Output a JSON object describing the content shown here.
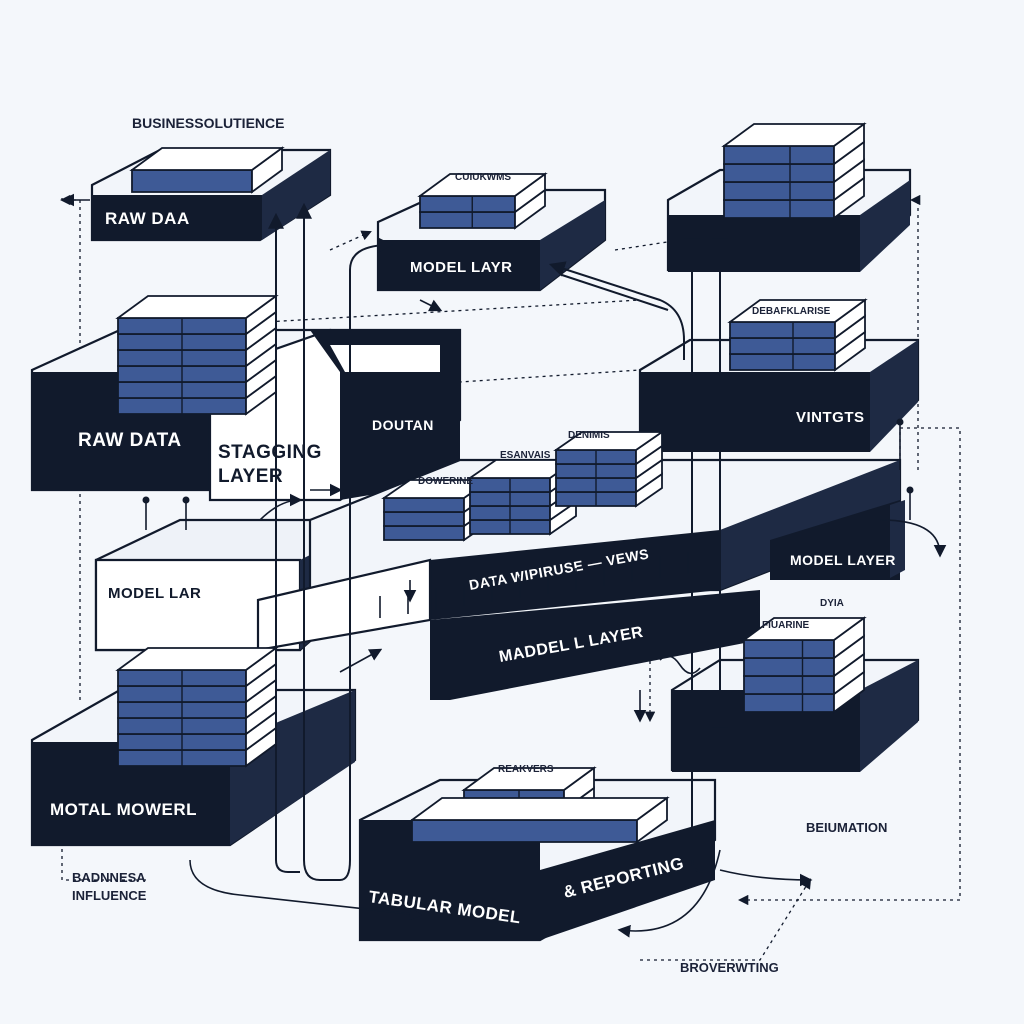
{
  "colors": {
    "ink": "#111a2c",
    "slab_top": "#f2f5fa",
    "cube_front": "#3e5a96",
    "cube_top": "#ffffff",
    "background": "#f4f7fb"
  },
  "floating_labels": {
    "business_solutience": "BUSINESSOLUTIENCE",
    "business_influence_line1": "BADNNESA",
    "business_influence_line2": "INFLUENCE",
    "beiumation": "BEIUMATION",
    "broverwting": "BROVERWTING"
  },
  "platforms": {
    "raw_data_top": "RAW DAA",
    "model_layer_top": "MODEL       LAYR",
    "raw_data": "RAW DATA",
    "staging_layer": [
      "STAGGING",
      "LAYER"
    ],
    "doutan": "DOUTAN",
    "vintgts": "VINTGTS",
    "model_lar": "MODEL LAR",
    "data_warehouse": "DATA WIPIRUSE — VEWS",
    "model_layer_middle": "MADDEL L LAYER",
    "model_layer_right": "MODEL LAYER",
    "total_model": "MOTAL MOWERL",
    "tabular_model": "TABULAR MODEL",
    "reporting": "& REPORTING"
  },
  "cube_labels": {
    "columns": "CUIUKWMS",
    "debaf": "DEBAFKLARISE",
    "dowerine": "DOWERINE",
    "esanvaig": "ESANVAIS",
    "denimis": "DENIMIS",
    "fiuarine": "FIUARINE",
    "dyia": "DYIA",
    "reakvers": "REAKVERS"
  }
}
